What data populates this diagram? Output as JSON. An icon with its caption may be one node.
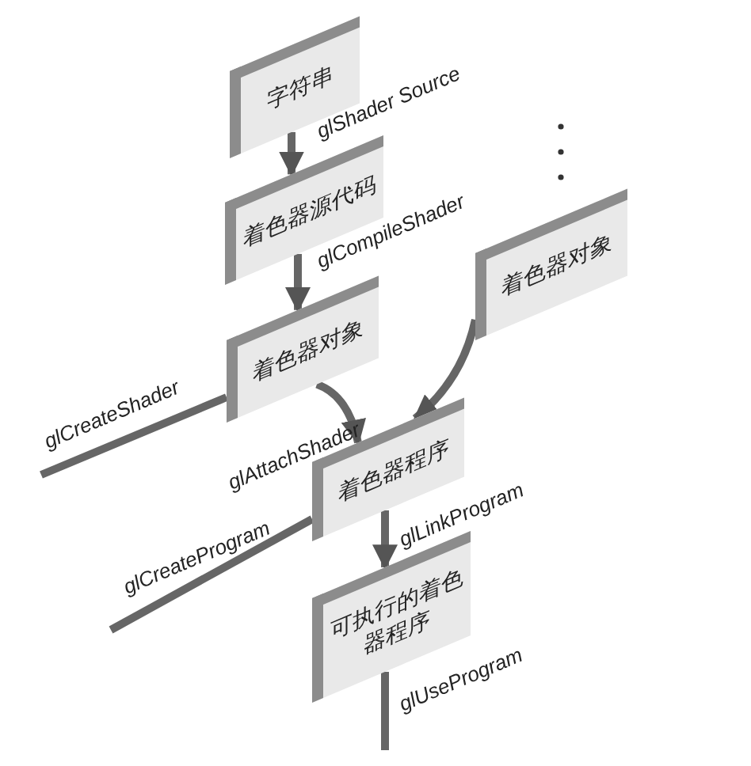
{
  "diagram": {
    "nodes": [
      {
        "text": [
          "字符串"
        ]
      },
      {
        "text": [
          "着色器源代码"
        ]
      },
      {
        "text": [
          "着色器对象"
        ]
      },
      {
        "text": [
          "着色器对象"
        ]
      },
      {
        "text": [
          "着色器程序"
        ]
      },
      {
        "text": [
          "可执行的着色器程序"
        ]
      }
    ],
    "edges": [
      {
        "from": 0,
        "to": 1,
        "arrow": "to",
        "label": "glShader Source"
      },
      {
        "from": 1,
        "to": 2,
        "arrow": "to",
        "label": "glCompileShader"
      },
      {
        "from": 2,
        "to": 4,
        "arrow": "to",
        "label": "glAttachShader"
      },
      {
        "from": 3,
        "to": 4,
        "arrow": "to"
      },
      {
        "from": 4,
        "to": 5,
        "arrow": "to",
        "label": "glLinkProgram"
      },
      {
        "from": 5,
        "to": null,
        "arrow": "none",
        "label": "glUseProgram"
      },
      {
        "from": null,
        "to": 2,
        "arrow": "none",
        "label": "glCreateShader"
      },
      {
        "from": null,
        "to": 4,
        "arrow": "none",
        "label": "glCreateProgram"
      }
    ]
  }
}
